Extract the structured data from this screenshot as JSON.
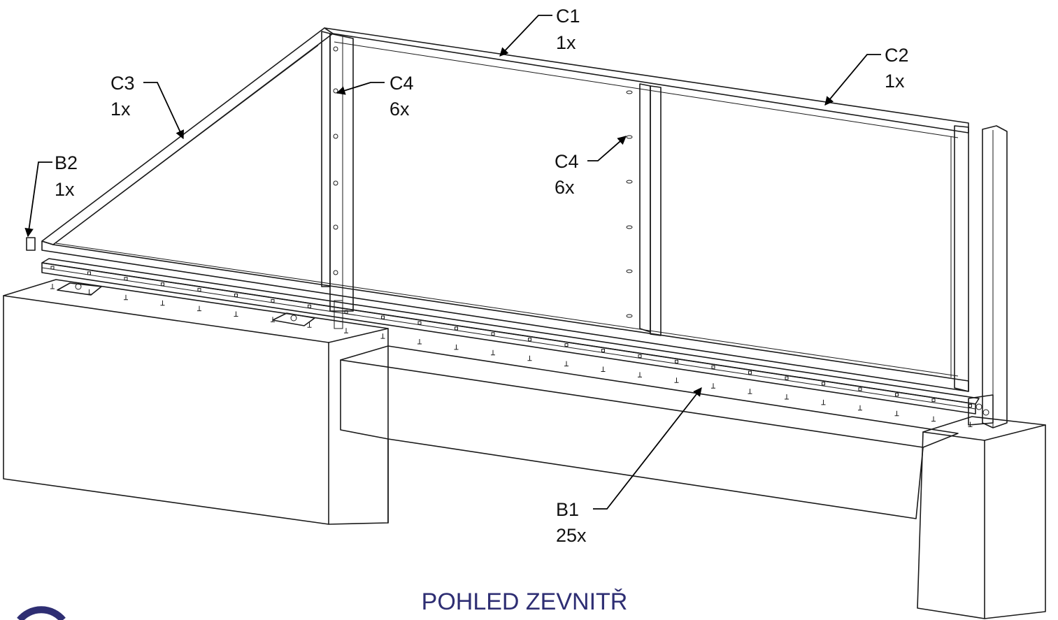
{
  "caption": "POHLED ZEVNITŘ",
  "colors": {
    "line": "#1a1a1a",
    "caption": "#2e2e73",
    "background": "#ffffff"
  },
  "labels": [
    {
      "id": "C1",
      "code": "C1",
      "qty": "1x"
    },
    {
      "id": "C2",
      "code": "C2",
      "qty": "1x"
    },
    {
      "id": "C3",
      "code": "C3",
      "qty": "1x"
    },
    {
      "id": "C4a",
      "code": "C4",
      "qty": "6x"
    },
    {
      "id": "C4b",
      "code": "C4",
      "qty": "6x"
    },
    {
      "id": "B2",
      "code": "B2",
      "qty": "1x"
    },
    {
      "id": "B1",
      "code": "B1",
      "qty": "25x"
    }
  ]
}
